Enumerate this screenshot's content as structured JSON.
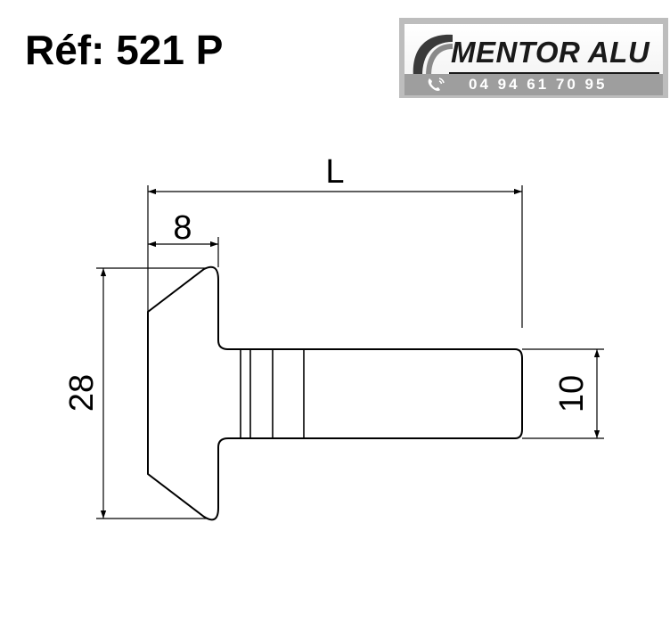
{
  "header": {
    "reference": "Réf: 521 P"
  },
  "logo": {
    "brand": "MENTOR ALU",
    "phone": "04 94 61 70 95",
    "icon": "phone-icon"
  },
  "diagram": {
    "dimensions": {
      "length": "L",
      "head_width": "8",
      "head_height": "28",
      "shank_diameter": "10"
    },
    "colors": {
      "outline": "#000000",
      "logo_bar": "#9e9e9e"
    }
  }
}
